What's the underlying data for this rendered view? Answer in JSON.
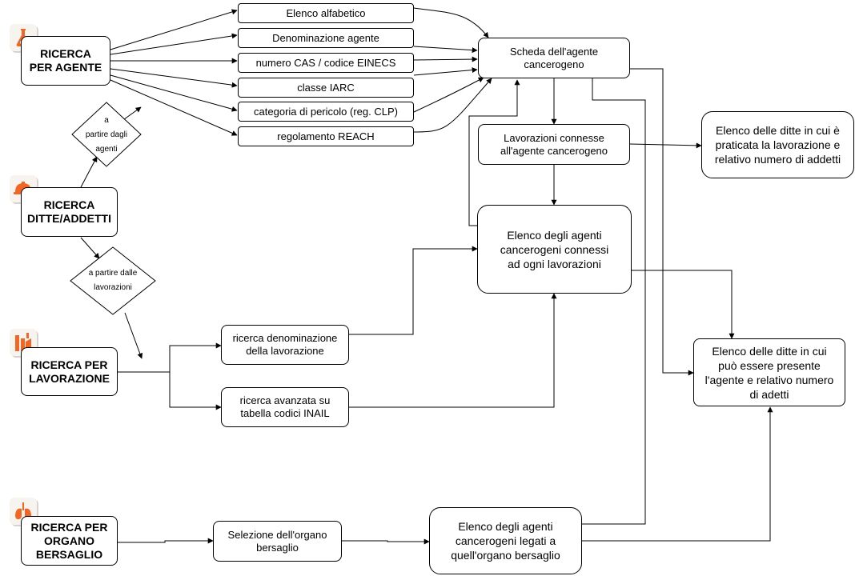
{
  "entry_points": {
    "agente": "RICERCA\nPER AGENTE",
    "ditte": "RICERCA\nDITTE/ADDETTI",
    "lavorazione": "RICERCA PER\nLAVORAZIONE",
    "organo": "RICERCA PER\nORGANO\nBERSAGLIO"
  },
  "agent_criteria": [
    "Elenco alfabetico",
    "Denominazione agente",
    "numero CAS / codice EINECS",
    "classe IARC",
    "categoria di pericolo (reg. CLP)",
    "regolamento REACH"
  ],
  "decisions": {
    "agenti": "a\npartire dagli\nagenti",
    "lavorazioni": "a partire dalle\nlavorazioni"
  },
  "nodes": {
    "scheda": "Scheda dell'agente\ncancerogeno",
    "lavorazioni_connesse": "Lavorazioni connesse\nall'agente cancerogeno",
    "elenco_agenti_lavorazioni": "Elenco degli agenti\ncancerogeni connessi\nad ogni lavorazioni",
    "ditte_praticata": "Elenco delle ditte in cui è\npraticata la lavorazione e\nrelativo numero di addetti",
    "ditte_presente": "Elenco delle ditte in cui\npuò essere presente\nl'agente e relativo numero\ndi adetti",
    "ricerca_denominazione": "ricerca denominazione\ndella lavorazione",
    "ricerca_avanzata": "ricerca avanzata su\ntabella codici INAIL",
    "selezione_organo": "Selezione dell'organo\nbersaglio",
    "elenco_agenti_organo": "Elenco degli agenti\ncancerogeni legati a\nquell'organo bersaglio"
  },
  "colors": {
    "icon_accent": "#f26522",
    "icon_background": "#f7f3ee",
    "line": "#000000"
  },
  "icons": {
    "agente": "flask-icon",
    "ditte": "hard-hat-icon",
    "lavorazione": "factory-icon",
    "organo": "lungs-icon"
  }
}
